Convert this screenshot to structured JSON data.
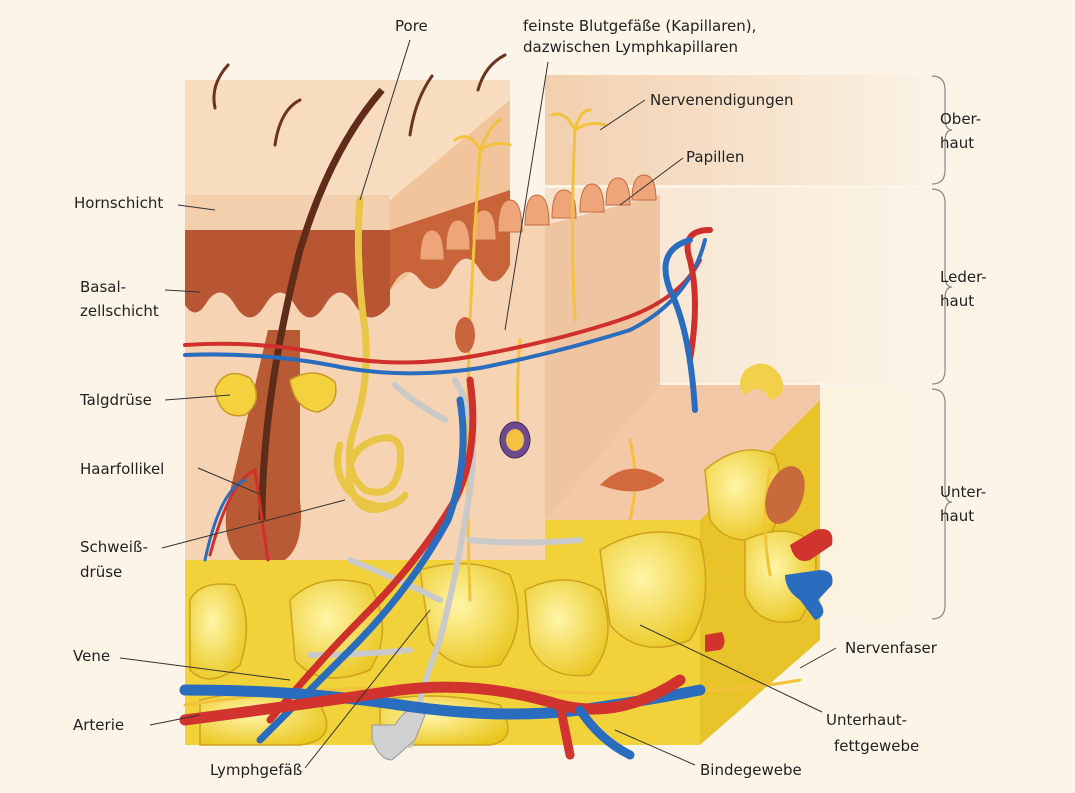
{
  "labels": {
    "pore": "Pore",
    "capillaries_1": "feinste Blutgefäße (Kapillaren),",
    "capillaries_2": "dazwischen Lymphkapillaren",
    "nerve_endings": "Nervenendigungen",
    "papillae": "Papillen",
    "stratum_corneum": "Hornschicht",
    "basal_1": "Basal-",
    "basal_2": "zellschicht",
    "sebaceous": "Talgdrüse",
    "hair_follicle": "Haarfollikel",
    "sweat_1": "Schweiß-",
    "sweat_2": "drüse",
    "vein": "Vene",
    "artery": "Arterie",
    "lymph_vessel": "Lymphgefäß",
    "connective": "Bindegewebe",
    "fat_1": "Unterhaut-",
    "fat_2": "fettgewebe",
    "nerve_fiber": "Nervenfaser"
  },
  "layers": {
    "epidermis_1": "Ober-",
    "epidermis_2": "haut",
    "dermis_1": "Leder-",
    "dermis_2": "haut",
    "subcutis_1": "Unter-",
    "subcutis_2": "haut"
  },
  "colors": {
    "background": "#fbf4e7",
    "epidermis_band": "#f4d2b5",
    "skin": "#f7d6b8",
    "dermis": "#c0613d",
    "fat": "#f4dc2c",
    "artery": "#d1332f",
    "vein": "#2a6dbf",
    "nerve": "#f2c23a",
    "lymph": "#c8c8c8"
  }
}
